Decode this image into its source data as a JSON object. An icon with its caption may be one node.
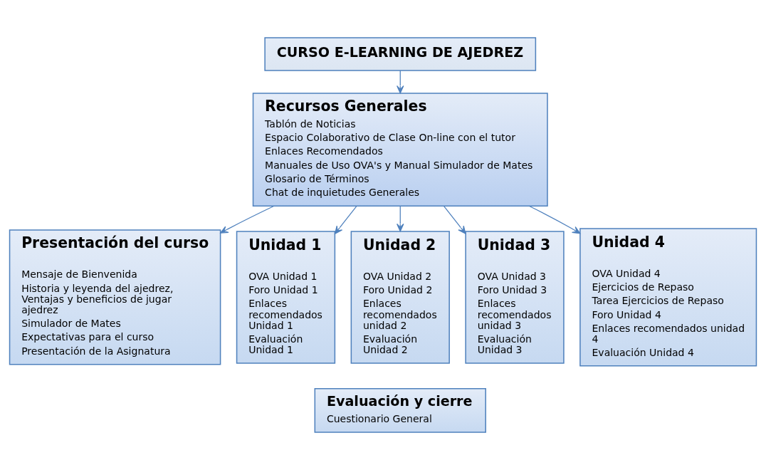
{
  "diagram": {
    "nodes": [
      {
        "text": [
          "CURSO E-LEARNING DE AJEDREZ"
        ]
      },
      {
        "text": [
          "Recursos Generales",
          "Tablón de Noticias",
          "Espacio Colaborativo de Clase On-line con el tutor",
          "Enlaces Recomendados",
          "Manuales de Uso OVA's y Manual Simulador de Mates",
          "Glosario de Términos",
          "Chat de inquietudes Generales"
        ]
      },
      {
        "text": [
          "Presentación del curso",
          "Mensaje de Bienvenida",
          "Historia y leyenda del ajedrez, Ventajas y beneficios de jugar ajedrez",
          "Simulador de Mates",
          "Expectativas para el curso",
          "Presentación de la Asignatura"
        ]
      },
      {
        "text": [
          "Unidad 1",
          "OVA Unidad 1",
          "Foro Unidad 1",
          "Enlaces recomendados Unidad 1",
          "Evaluación Unidad 1"
        ]
      },
      {
        "text": [
          "Unidad 2",
          "OVA Unidad 2",
          "Foro Unidad 2",
          "Enlaces recomendados unidad 2",
          "Evaluación Unidad 2"
        ]
      },
      {
        "text": [
          "Unidad 3",
          "OVA Unidad 3",
          "Foro Unidad 3",
          "Enlaces recomendados unidad 3",
          "Evaluación Unidad 3"
        ]
      },
      {
        "text": [
          "Unidad 4",
          "OVA Unidad 4",
          "Ejercicios de Repaso",
          "Tarea Ejercicios de Repaso",
          "Foro Unidad 4",
          "Enlaces recomendados unidad 4",
          "Evaluación Unidad 4"
        ]
      },
      {
        "text": [
          "Evaluación y cierre",
          "Cuestionario General"
        ]
      }
    ],
    "edges": [
      {
        "from": 0,
        "to": 1,
        "arrow": "to"
      },
      {
        "from": 1,
        "to": 2,
        "arrow": "to"
      },
      {
        "from": 1,
        "to": 3,
        "arrow": "to"
      },
      {
        "from": 1,
        "to": 4,
        "arrow": "to"
      },
      {
        "from": 1,
        "to": 5,
        "arrow": "to"
      },
      {
        "from": 1,
        "to": 6,
        "arrow": "to"
      }
    ]
  }
}
